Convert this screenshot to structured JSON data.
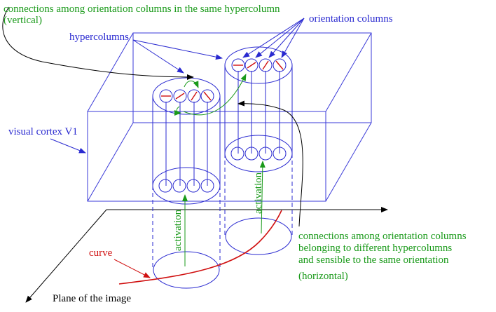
{
  "labels": {
    "same_hypercolumn_line1": "connections among orientation columns in the same hypercolumn",
    "same_hypercolumn_line2": "(vertical)",
    "orientation_columns": "orientation columns",
    "hypercolumns": "hypercolumns",
    "visual_cortex": "visual cortex V1",
    "activation_left": "activation",
    "activation_right": "activation",
    "different_hypercolumns_line1": "connections among orientation columns",
    "different_hypercolumns_line2": "belonging to different hypercolumns",
    "different_hypercolumns_line3": "and sensible to the same orientation",
    "horizontal": "(horizontal)",
    "curve": "curve",
    "plane_of_image": "Plane of the image"
  },
  "colors": {
    "structure": "#2a2ad0",
    "connections": "#1a9a1a",
    "curve": "#d01010",
    "axes": "#000000"
  }
}
